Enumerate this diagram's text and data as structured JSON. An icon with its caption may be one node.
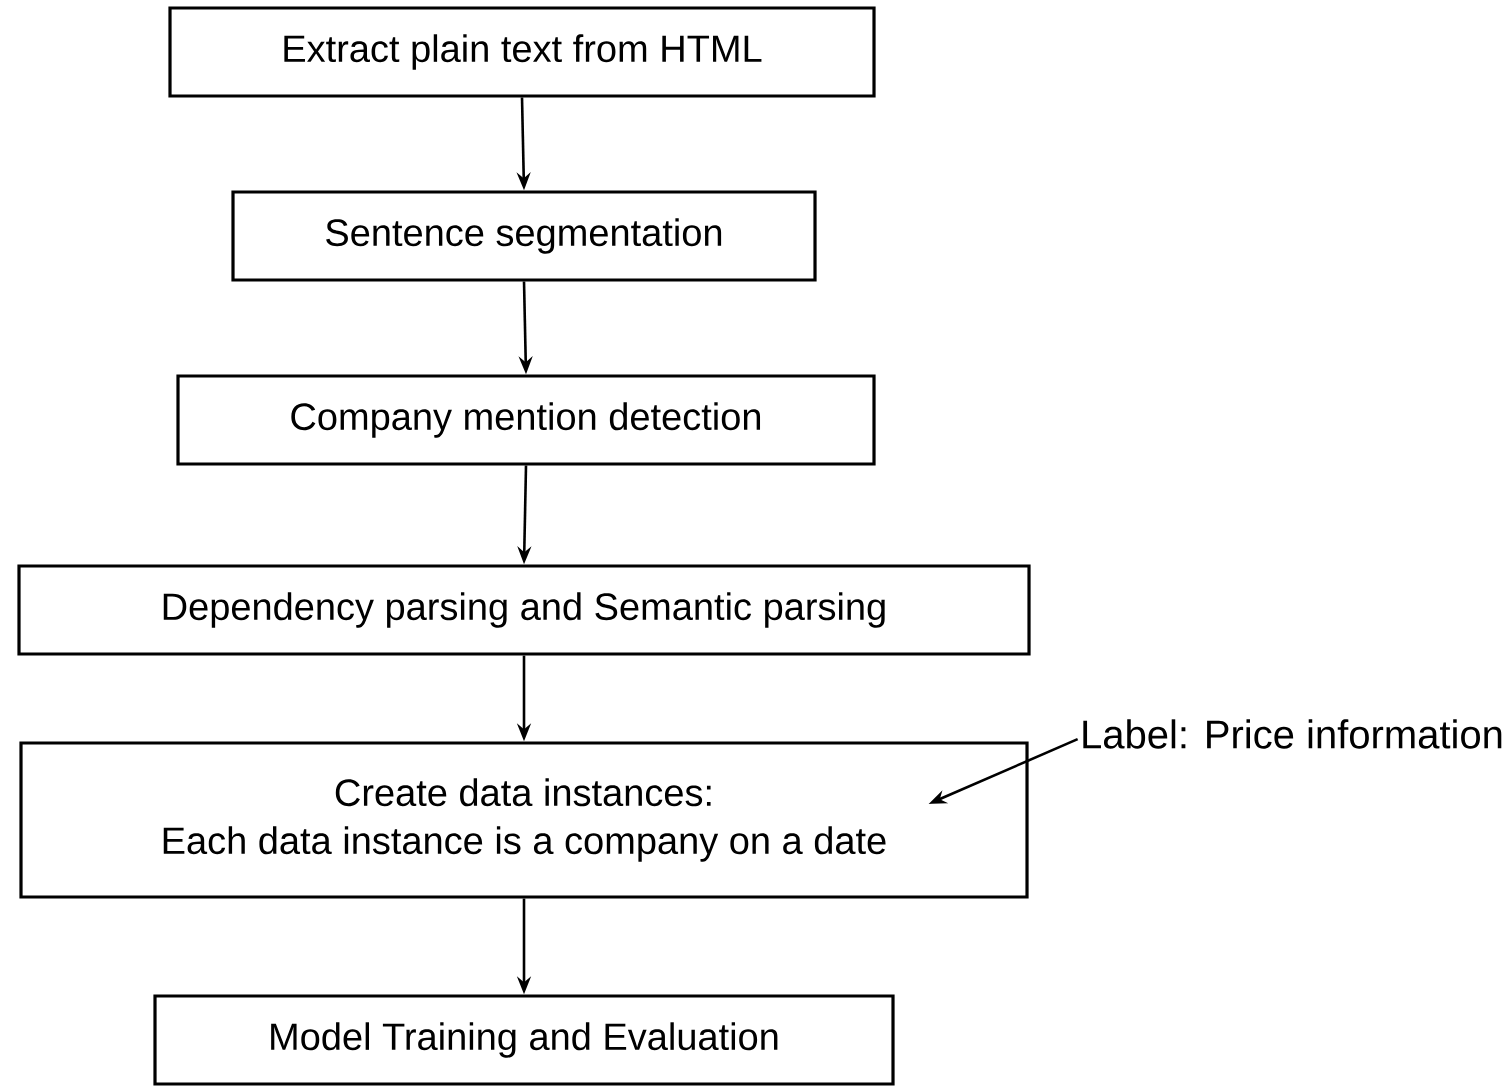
{
  "diagram": {
    "nodes": [
      {
        "text": [
          "Extract plain text from HTML"
        ]
      },
      {
        "text": [
          "Sentence segmentation"
        ]
      },
      {
        "text": [
          "Company mention detection"
        ]
      },
      {
        "text": [
          "Dependency parsing and Semantic parsing"
        ]
      },
      {
        "text": [
          "Create data instances:",
          "Each data instance is a company on a date"
        ]
      },
      {
        "text": [
          "Model Training and Evaluation"
        ]
      },
      {
        "text": [
          "Label: Price information"
        ]
      }
    ],
    "edges": [
      {
        "from": 0,
        "to": 1,
        "arrow": "to"
      },
      {
        "from": 1,
        "to": 2,
        "arrow": "to"
      },
      {
        "from": 2,
        "to": 3,
        "arrow": "to"
      },
      {
        "from": 3,
        "to": 4,
        "arrow": "to"
      },
      {
        "from": 4,
        "to": 5,
        "arrow": "to"
      },
      {
        "from": 6,
        "to": 4,
        "arrow": "to"
      }
    ]
  }
}
